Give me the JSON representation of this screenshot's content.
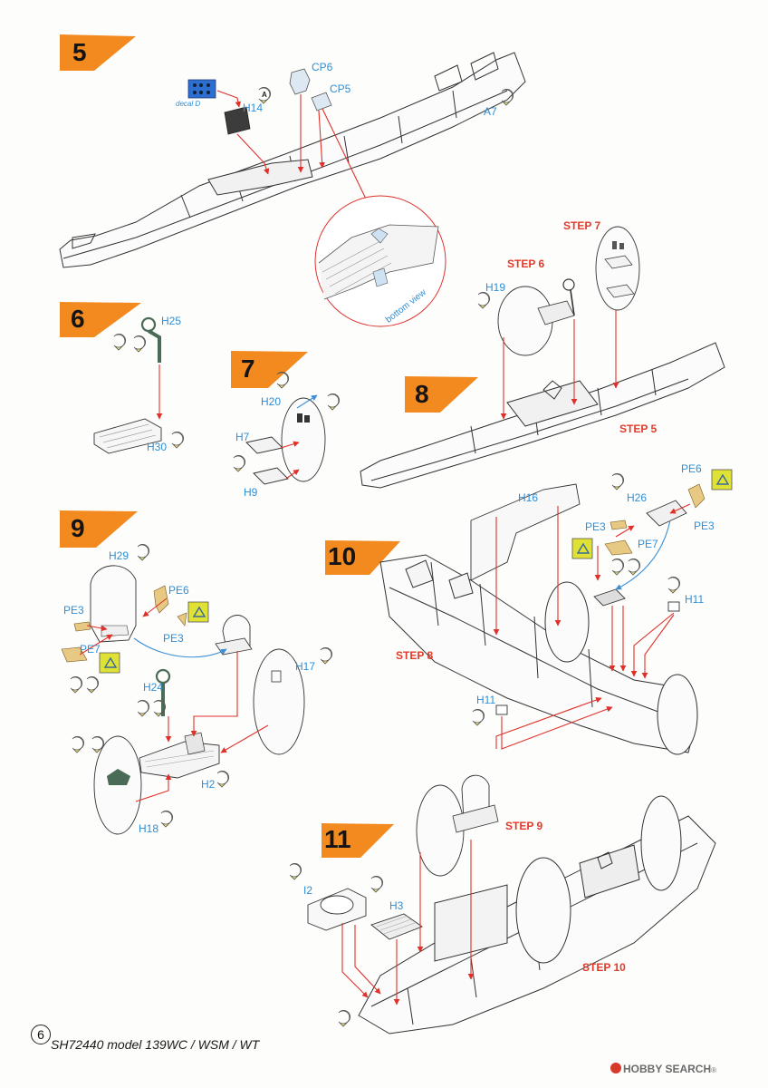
{
  "steps": [
    "5",
    "6",
    "7",
    "8",
    "9",
    "10",
    "11"
  ],
  "step_refs": {
    "step7_a": "STEP 7",
    "step6_a": "STEP 6",
    "step5": "STEP 5",
    "step8": "STEP 8",
    "step9": "STEP 9",
    "step10": "STEP 10"
  },
  "parts": {
    "cp6": "CP6",
    "cp5": "CP5",
    "h14": "H14",
    "a7": "A7",
    "h25": "H25",
    "h30": "H30",
    "h20": "H20",
    "h7": "H7",
    "h9": "H9",
    "h19": "H19",
    "h29": "H29",
    "pe6_9": "PE6",
    "pe3_9a": "PE3",
    "pe3_9b": "PE3",
    "pe7_9": "PE7",
    "h24": "H24",
    "h17": "H17",
    "h2": "H2",
    "h18": "H18",
    "h16": "H16",
    "h26": "H26",
    "pe6_10": "PE6",
    "pe3_10a": "PE3",
    "pe3_10b": "PE3",
    "pe7_10": "PE7",
    "h11_a": "H11",
    "h11_b": "H11",
    "i2": "I2",
    "h3": "H3"
  },
  "notes": {
    "decal": "decal D",
    "bottom_view": "bottom view"
  },
  "footer": {
    "page_number": "6",
    "text": "SH72440 model 139WC / WSM / WT"
  },
  "watermark": {
    "brand": "H",
    "brand_rest": "OBBY SEARCH",
    "registered": "®"
  },
  "colors": {
    "step_tab": "#f28a1f",
    "part_label": "#2e8fd6",
    "step_ref": "#e23a2a",
    "arrow_red": "#e0302a",
    "arrow_blue": "#3b8fd6",
    "sprue_badge": "#f0e16a",
    "pe_badge": "#dfe234",
    "gun_green": "#4a6b55",
    "line": "#333333"
  },
  "icons": [
    "sprue-badge-icon",
    "photo-etch-badge-icon",
    "decal-sheet-icon",
    "arrow-icon"
  ]
}
